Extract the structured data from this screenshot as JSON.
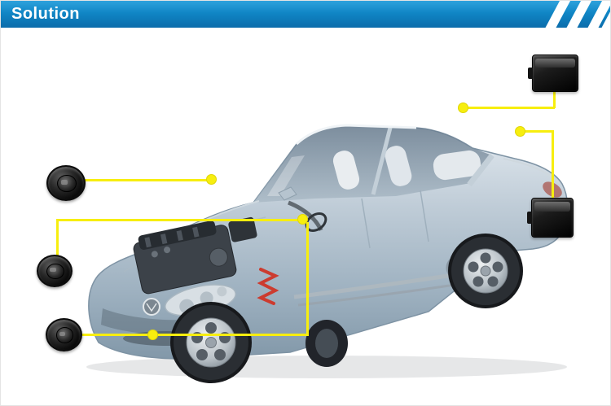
{
  "header": {
    "title": "Solution"
  },
  "colors": {
    "header_blue": "#1086c5",
    "annotation_yellow": "#f7ee0f"
  },
  "diagram": {
    "description": "Cutaway sedan illustration showing mounting locations of alarm-system components connected by yellow callout lines",
    "devices": [
      {
        "id": "speaker-top-left",
        "icon": "round-speaker-icon"
      },
      {
        "id": "speaker-middle-left",
        "icon": "round-speaker-icon"
      },
      {
        "id": "speaker-bottom-left",
        "icon": "round-speaker-icon"
      },
      {
        "id": "module-top-right",
        "icon": "black-control-box-icon"
      },
      {
        "id": "module-right",
        "icon": "black-control-box-icon"
      }
    ],
    "connection_points": 5
  }
}
